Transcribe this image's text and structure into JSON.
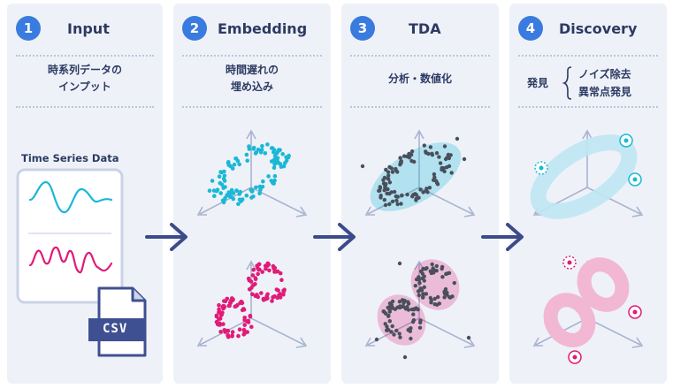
{
  "steps": [
    {
      "number": "1",
      "title": "Input",
      "subtitle_lines": [
        "時系列データの",
        "インプット"
      ]
    },
    {
      "number": "2",
      "title": "Embedding",
      "subtitle_lines": [
        "時間遅れの",
        "埋め込み"
      ]
    },
    {
      "number": "3",
      "title": "TDA",
      "subtitle_lines": [
        "分析・数値化"
      ]
    },
    {
      "number": "4",
      "title": "Discovery",
      "prefix": "発見",
      "items": [
        "ノイズ除去",
        "異常点発見"
      ]
    }
  ],
  "input": {
    "chart_label": "Time Series Data",
    "file_label": "CSV"
  },
  "colors": {
    "panel": "#eef2f8",
    "badge": "#3a7be0",
    "text": "#2d3a63",
    "cyan": "#1ab8d6",
    "magenta": "#e01b78",
    "dark_point": "#4a4f5c",
    "arrow": "#3b4b8a",
    "axis": "#a9b3d0",
    "csv": "#3f5092"
  }
}
